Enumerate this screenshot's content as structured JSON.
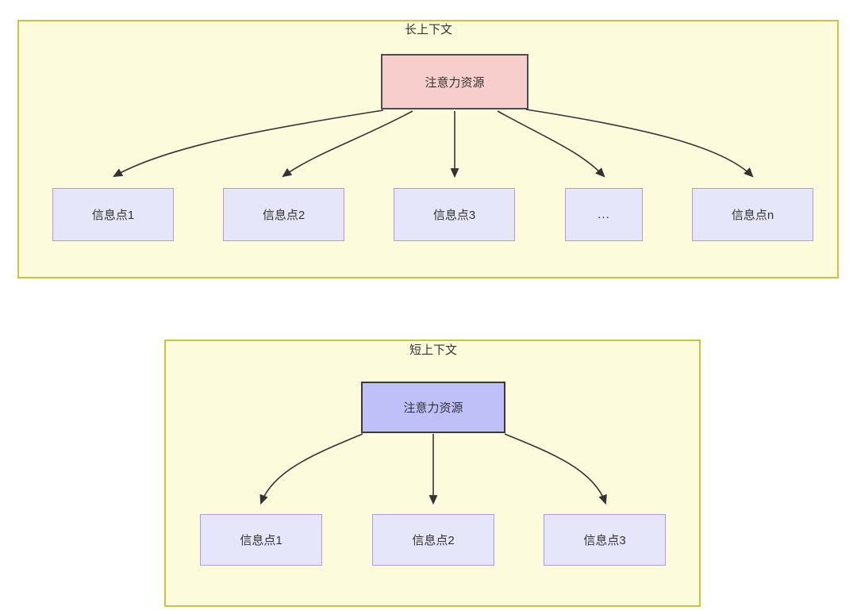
{
  "diagram": {
    "type": "flowchart",
    "title_long": "长上下文",
    "title_short": "短上下文",
    "colors": {
      "container_fill": "#FCFCDD",
      "container_border": "#C8C43C",
      "attention_long_fill": "#F8CECC",
      "attention_long_border": "#4D4D4D",
      "attention_short_fill": "#C0C0F8",
      "attention_short_border": "#3A3A3A",
      "info_fill": "#E6E6FB",
      "info_border": "#B39AE0",
      "edge_stroke": "#333333",
      "text": "#333333"
    },
    "groups": [
      {
        "id": "long-context",
        "title": "长上下文",
        "source": {
          "id": "attention-long",
          "label": "注意力资源"
        },
        "targets": [
          {
            "id": "info-point-1",
            "label": "信息点1"
          },
          {
            "id": "info-point-2",
            "label": "信息点2"
          },
          {
            "id": "info-point-3",
            "label": "信息点3"
          },
          {
            "id": "info-point-ellipsis",
            "label": "..."
          },
          {
            "id": "info-point-n",
            "label": "信息点n"
          }
        ]
      },
      {
        "id": "short-context",
        "title": "短上下文",
        "source": {
          "id": "attention-short",
          "label": "注意力资源"
        },
        "targets": [
          {
            "id": "info-point-s1",
            "label": "信息点1"
          },
          {
            "id": "info-point-s2",
            "label": "信息点2"
          },
          {
            "id": "info-point-s3",
            "label": "信息点3"
          }
        ]
      }
    ]
  }
}
